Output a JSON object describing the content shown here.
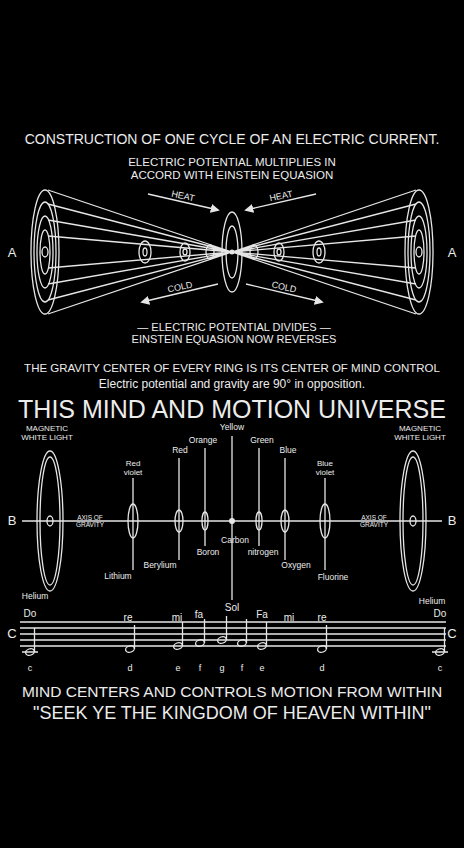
{
  "diagram": {
    "title": "CONSTRUCTION OF ONE CYCLE OF AN ELECTRIC CURRENT.",
    "labels": [
      "ELECTRIC POTENTIAL MULTIPLIES IN ACCORD WITH EINSTEIN EQUASION",
      "HEAT",
      "HEAT",
      "A",
      "A",
      "COLD",
      "COLD",
      "— ELECTRIC POTENTIAL DIVIDES — EINSTEIN EQUASION NOW REVERSES",
      "THE GRAVITY CENTER OF EVERY RING IS ITS CENTER OF MIND CONTROL",
      "Electric potential and gravity are 90° in opposition.",
      "THIS MIND AND MOTION UNIVERSE",
      "MAGNETIC WHITE LIGHT",
      "Yellow",
      "MAGNETIC WHITE LIGHT",
      "Orange",
      "Green",
      "Red",
      "Blue",
      "Red violet",
      "Blue violet",
      "B",
      "AXIS OF GRAVITY",
      "Carbon",
      "AXIS OF GRAVITY",
      "B",
      "Boron",
      "nitrogen",
      "Berylium",
      "Oxygen",
      "Lithium",
      "Fluorine",
      "Helium",
      "Helium",
      "Do",
      "re",
      "mi",
      "fa",
      "Sol",
      "Fa",
      "mi",
      "re",
      "Do",
      "C",
      "C",
      "c",
      "d",
      "e",
      "f",
      "g",
      "f",
      "e",
      "d",
      "c",
      "MIND CENTERS AND CONTROLS MOTION FROM WITHIN",
      "\"SEEK YE THE KINGDOM OF HEAVEN WITHIN\""
    ]
  }
}
